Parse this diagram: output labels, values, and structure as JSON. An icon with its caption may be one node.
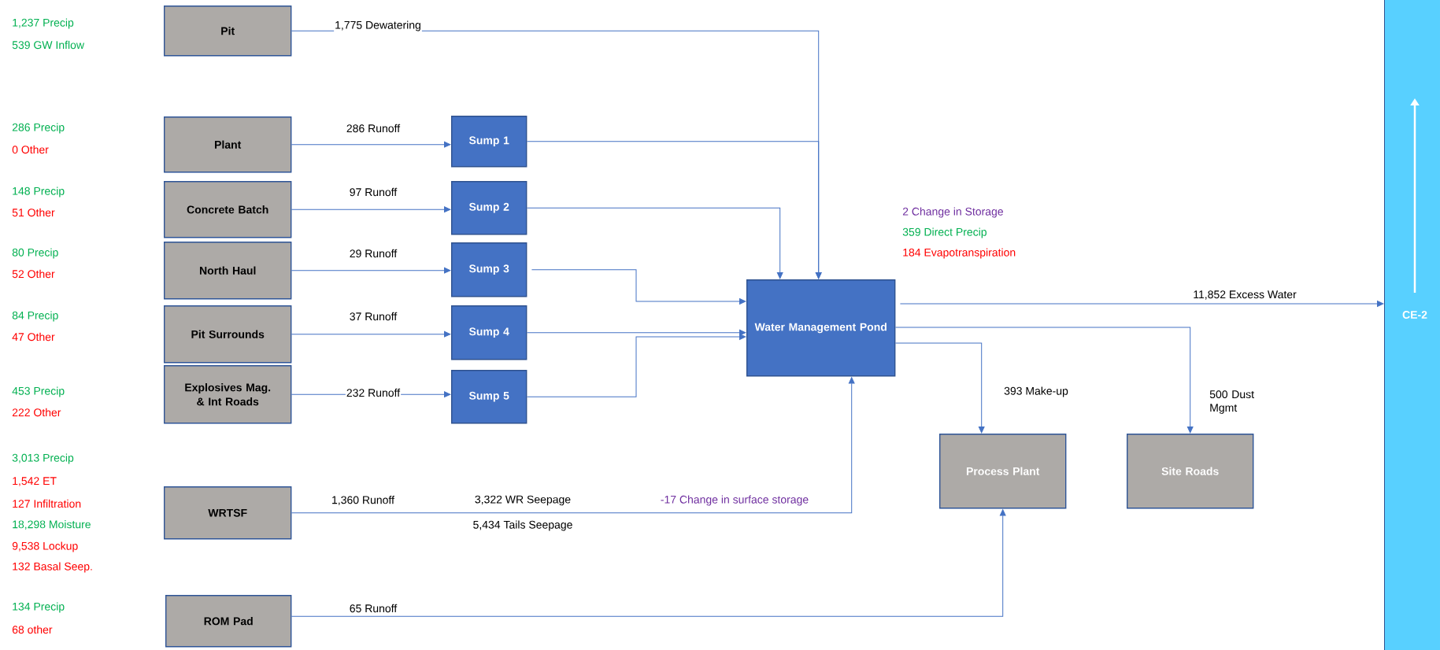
{
  "diagram": {
    "nodes": [
      {
        "text": [
          "Pit"
        ],
        "beside": [
          "1,237 Precip",
          "539 GW Inflow"
        ]
      },
      {
        "text": [
          "Plant"
        ],
        "beside": [
          "286 Precip",
          "0 Other"
        ]
      },
      {
        "text": [
          "Sump 1"
        ]
      },
      {
        "text": [
          "Concrete Batch"
        ],
        "beside": [
          "148 Precip",
          "51 Other"
        ]
      },
      {
        "text": [
          "Sump 2"
        ]
      },
      {
        "text": [
          "North Haul"
        ],
        "beside": [
          "80 Precip",
          "52 Other"
        ]
      },
      {
        "text": [
          "Sump 3"
        ]
      },
      {
        "text": [
          "Pit Surrounds"
        ],
        "beside": [
          "84 Precip",
          "47 Other"
        ]
      },
      {
        "text": [
          "Sump 4"
        ]
      },
      {
        "text": [
          "Explosives Mag. & Int Roads"
        ],
        "beside": [
          "453 Precip",
          "222 Other"
        ]
      },
      {
        "text": [
          "Sump 5"
        ]
      },
      {
        "text": [
          "WRTSF"
        ],
        "beside": [
          "3,013 Precip",
          "1,542 ET",
          "127 Infiltration",
          "18,298 Moisture",
          "9,538 Lockup",
          "132 Basal Seep."
        ]
      },
      {
        "text": [
          "ROM Pad"
        ],
        "beside": [
          "134 Precip",
          "68 other"
        ]
      },
      {
        "text": [
          "Water Management Pond"
        ],
        "beside": [
          "2 Change in Storage",
          "359 Direct Precip",
          "184 Evapotranspiration"
        ]
      },
      {
        "text": [
          "Process Plant"
        ]
      },
      {
        "text": [
          "Site Roads"
        ]
      },
      {
        "text": [
          "CE-2"
        ]
      }
    ],
    "edges": [
      {
        "from": 0,
        "to": 13,
        "arrow": "to",
        "label": "1,775 Dewatering"
      },
      {
        "from": 1,
        "to": 2,
        "arrow": "to",
        "label": "286 Runoff"
      },
      {
        "from": 2,
        "to": 13,
        "arrow": "to"
      },
      {
        "from": 3,
        "to": 4,
        "arrow": "to",
        "label": "97 Runoff"
      },
      {
        "from": 4,
        "to": 13,
        "arrow": "to"
      },
      {
        "from": 5,
        "to": 6,
        "arrow": "to",
        "label": "29 Runoff"
      },
      {
        "from": 6,
        "to": 13,
        "arrow": "to"
      },
      {
        "from": 7,
        "to": 8,
        "arrow": "to",
        "label": "37 Runoff"
      },
      {
        "from": 8,
        "to": 13,
        "arrow": "to"
      },
      {
        "from": 9,
        "to": 10,
        "arrow": "to",
        "label": "232 Runoff"
      },
      {
        "from": 10,
        "to": 13,
        "arrow": "to"
      },
      {
        "from": 11,
        "to": 13,
        "arrow": "to",
        "label": "1,360 Runoff"
      },
      {
        "from": 12,
        "to": 14,
        "arrow": "to",
        "label": "65 Runoff"
      },
      {
        "from": 13,
        "to": 16,
        "arrow": "to",
        "label": "11,852 Excess Water"
      },
      {
        "from": 13,
        "to": 14,
        "arrow": "to",
        "label": "393 Make-up"
      },
      {
        "from": 13,
        "to": 15,
        "arrow": "to",
        "label": "500 Dust Mgmt"
      }
    ],
    "labels": [
      "3,322 WR Seepage",
      "5,434 Tails Seepage",
      "-17 Change in surface storage"
    ]
  }
}
